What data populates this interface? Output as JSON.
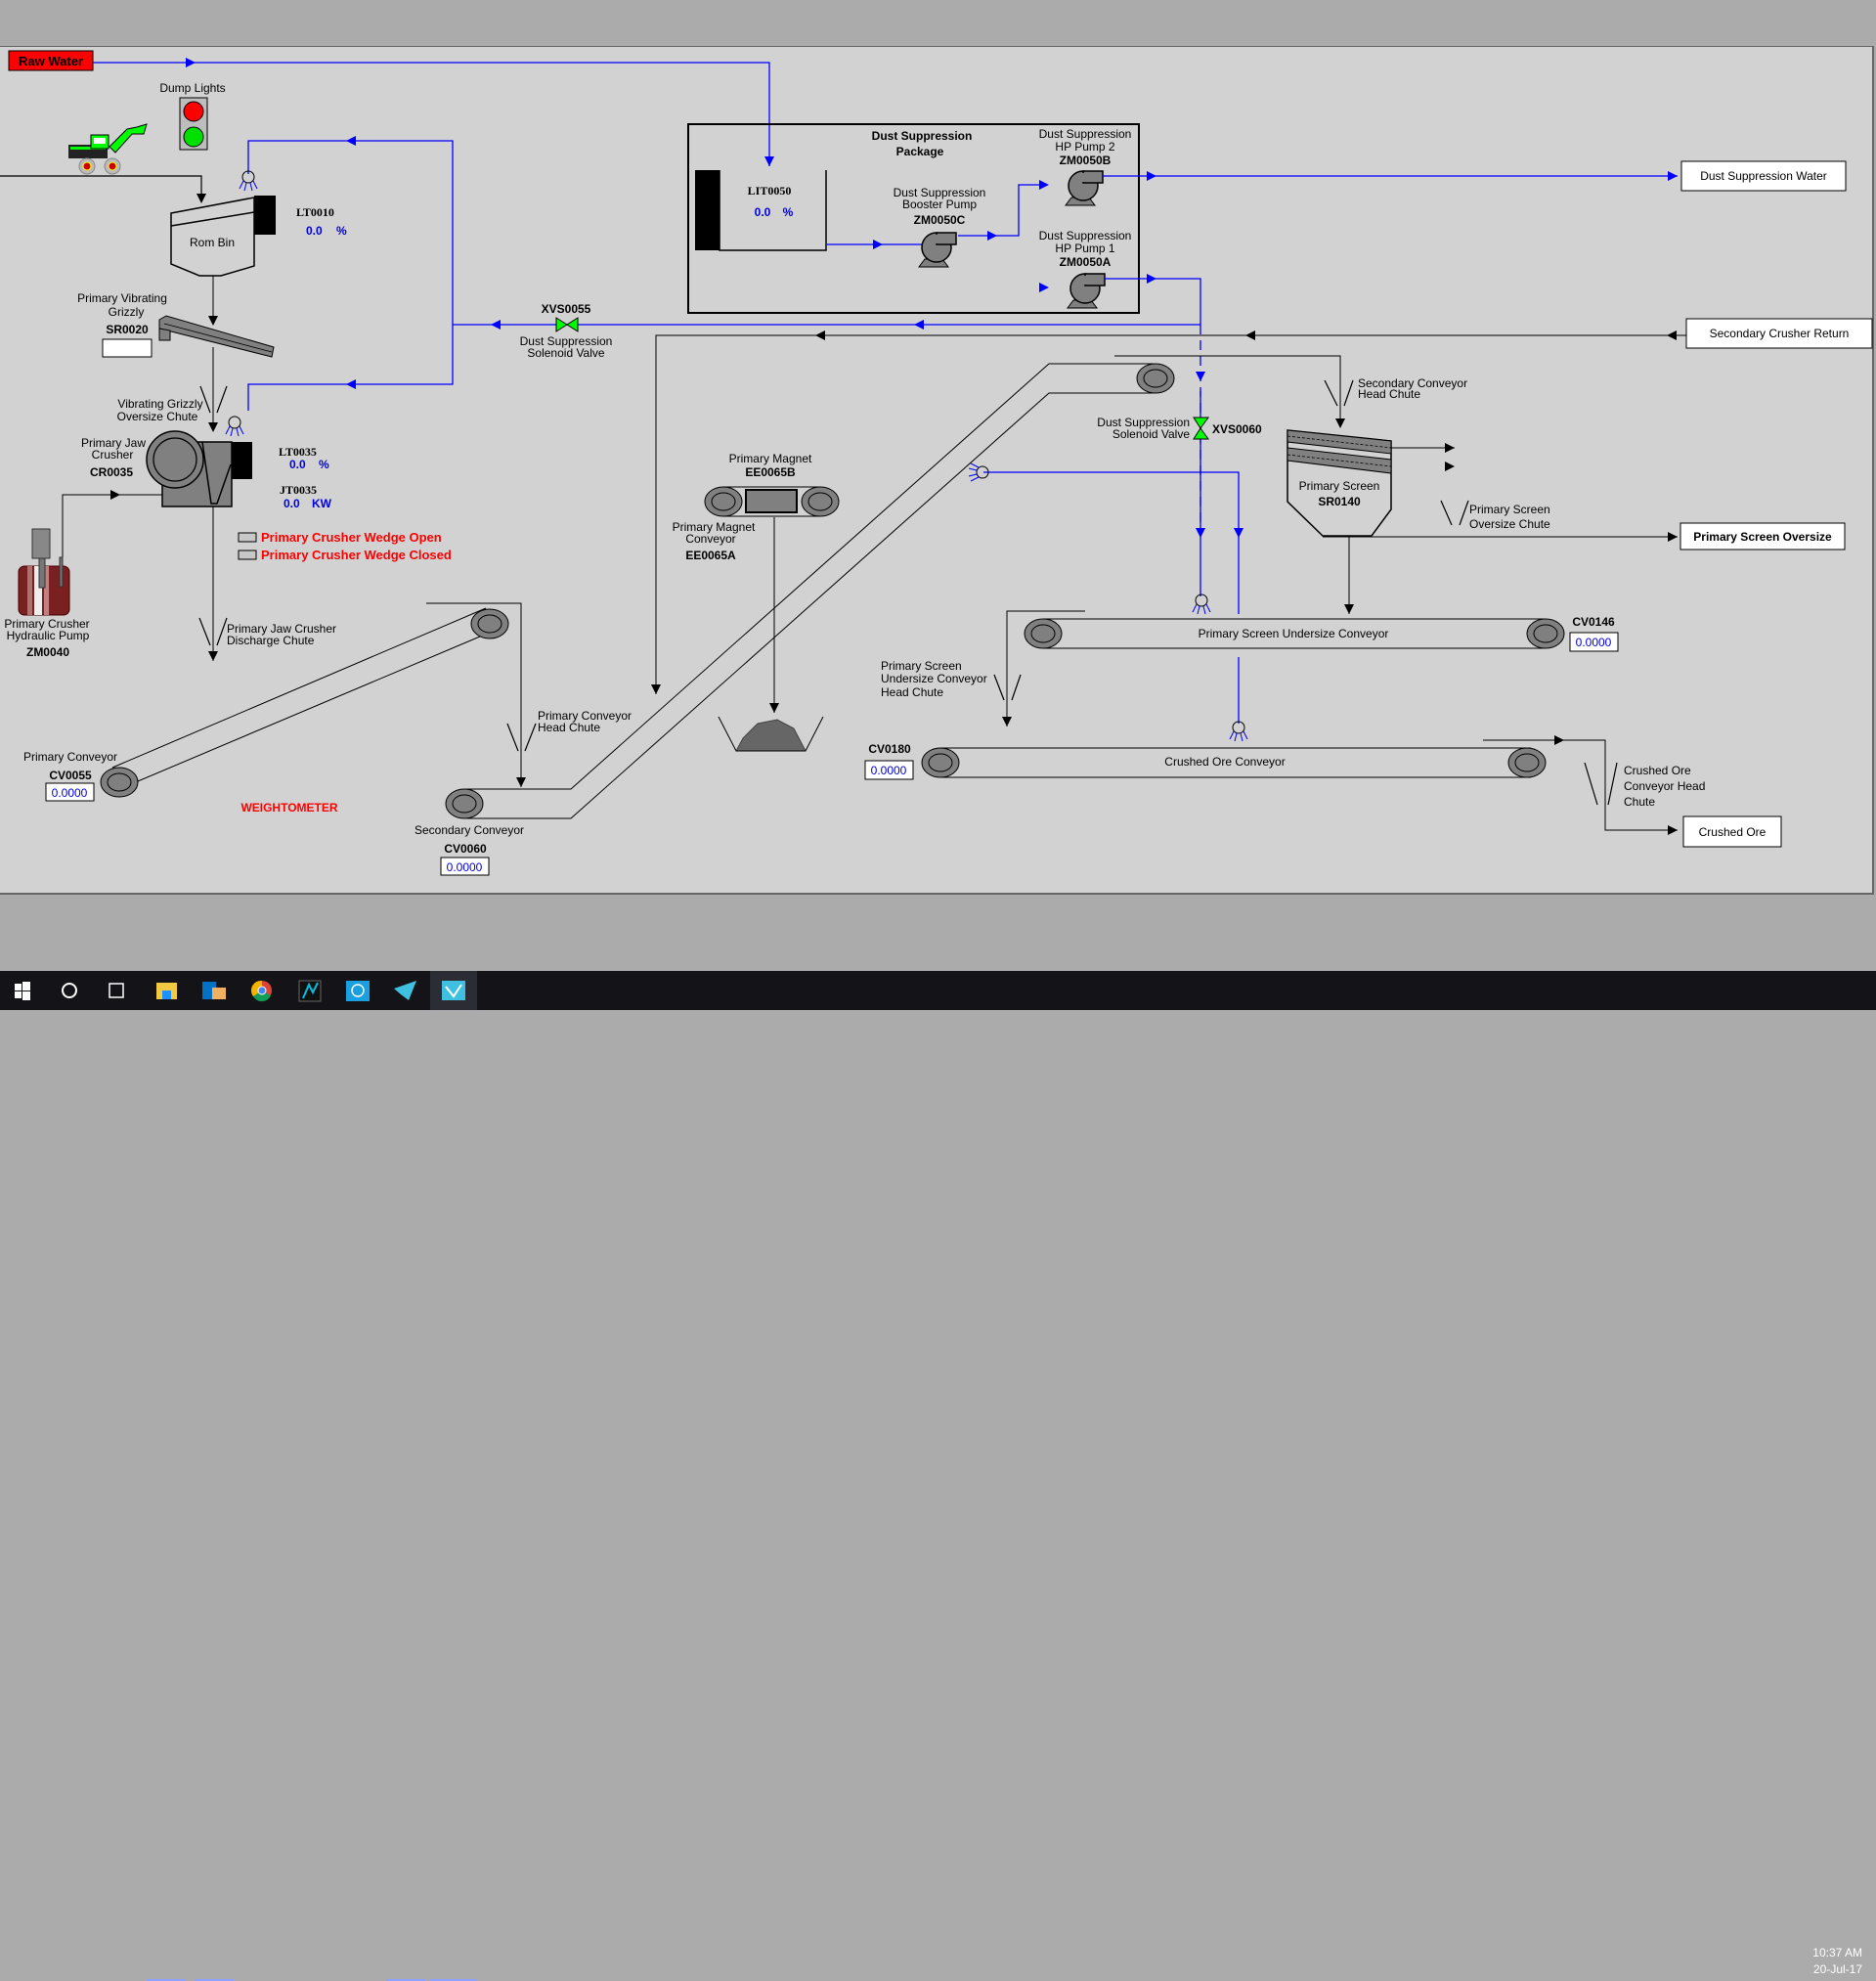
{
  "sources": {
    "raw_water": "Raw Water",
    "secondary_crusher_return": "Secondary Crusher Return"
  },
  "destinations": {
    "dust_suppression_water": "Dust Suppression Water",
    "primary_screen_oversize": "Primary Screen Oversize",
    "crushed_ore": "Crushed Ore"
  },
  "dump_lights": {
    "label": "Dump Lights",
    "red": "#ff0000",
    "green": "#00e000"
  },
  "rom_bin": {
    "label": "Rom Bin",
    "level_tag": "LT0010",
    "level_value": "0.0",
    "level_unit": "%"
  },
  "grizzly": {
    "label_line1": "Primary Vibrating",
    "label_line2": "Grizzly",
    "tag": "SR0020",
    "value": ""
  },
  "grizzly_chute": {
    "label_line1": "Vibrating Grizzly",
    "label_line2": "Oversize Chute"
  },
  "jaw_crusher": {
    "label_line1": "Primary Jaw",
    "label_line2": "Crusher",
    "tag": "CR0035",
    "level_tag": "LT0035",
    "level_value": "0.0",
    "level_unit": "%",
    "power_tag": "JT0035",
    "power_value": "0.0",
    "power_unit": "KW",
    "wedge_open": "Primary Crusher Wedge Open",
    "wedge_closed": "Primary Crusher Wedge Closed"
  },
  "hydraulic_pump": {
    "label_line1": "Primary Crusher",
    "label_line2": "Hydraulic Pump",
    "tag": "ZM0040"
  },
  "jaw_discharge_chute": {
    "label_line1": "Primary Jaw Crusher",
    "label_line2": "Discharge Chute"
  },
  "primary_conveyor": {
    "label": "Primary Conveyor",
    "tag": "CV0055",
    "value": "0.0000"
  },
  "weightometer": "WEIGHTOMETER",
  "primary_conveyor_head_chute": {
    "label_line1": "Primary Conveyor",
    "label_line2": "Head Chute"
  },
  "secondary_conveyor": {
    "label": "Secondary Conveyor",
    "tag": "CV0060",
    "value": "0.0000"
  },
  "valve_xvs0055": {
    "tag": "XVS0055",
    "label_line1": "Dust Suppression",
    "label_line2": "Solenoid Valve",
    "color": "#00ff00"
  },
  "valve_xvs0060": {
    "tag": "XVS0060",
    "label_line1": "Dust Suppression",
    "label_line2": "Solenoid Valve",
    "color": "#00ff00"
  },
  "dust_package": {
    "title_line1": "Dust Suppression",
    "title_line2": "Package",
    "tank_tag": "LIT0050",
    "tank_value": "0.0",
    "tank_unit": "%",
    "booster": {
      "line1": "Dust Suppression",
      "line2": "Booster Pump",
      "tag": "ZM0050C"
    },
    "hp2": {
      "line1": "Dust Suppression",
      "line2": "HP Pump 2",
      "tag": "ZM0050B"
    },
    "hp1": {
      "line1": "Dust Suppression",
      "line2": "HP Pump 1",
      "tag": "ZM0050A"
    }
  },
  "magnet": {
    "label": "Primary Magnet",
    "tag": "EE0065B",
    "conv_line1": "Primary Magnet",
    "conv_line2": "Conveyor",
    "conv_tag": "EE0065A"
  },
  "secondary_head_chute": {
    "label_line1": "Secondary Conveyor",
    "label_line2": "Head Chute"
  },
  "primary_screen": {
    "label": "Primary Screen",
    "tag": "SR0140"
  },
  "screen_oversize_chute": {
    "label_line1": "Primary Screen",
    "label_line2": "Oversize Chute"
  },
  "undersize_conveyor": {
    "label": "Primary Screen Undersize Conveyor",
    "tag": "CV0146",
    "value": "0.0000"
  },
  "undersize_head_chute": {
    "line1": "Primary Screen",
    "line2": "Undersize Conveyor",
    "line3": "Head Chute"
  },
  "crushed_ore_conveyor": {
    "label": "Crushed Ore Conveyor",
    "tag": "CV0180",
    "value": "0.0000"
  },
  "crushed_ore_head_chute": {
    "line1": "Crushed Ore",
    "line2": "Conveyor Head",
    "line3": "Chute"
  },
  "taskbar": {
    "apps": [
      "Start",
      "Search (Cortana)",
      "Task View",
      "File Explorer",
      "Outlook",
      "Chrome",
      "InTouch WindowMaker",
      "Network Config",
      "Application Server",
      "InTouch Viewer"
    ],
    "time": "10:37 AM",
    "date": "20-Jul-17"
  },
  "colors": {
    "water_line": "#0000ff",
    "material_line": "#000000",
    "canvas": "#d2d2d2",
    "equipment": "#808080"
  }
}
